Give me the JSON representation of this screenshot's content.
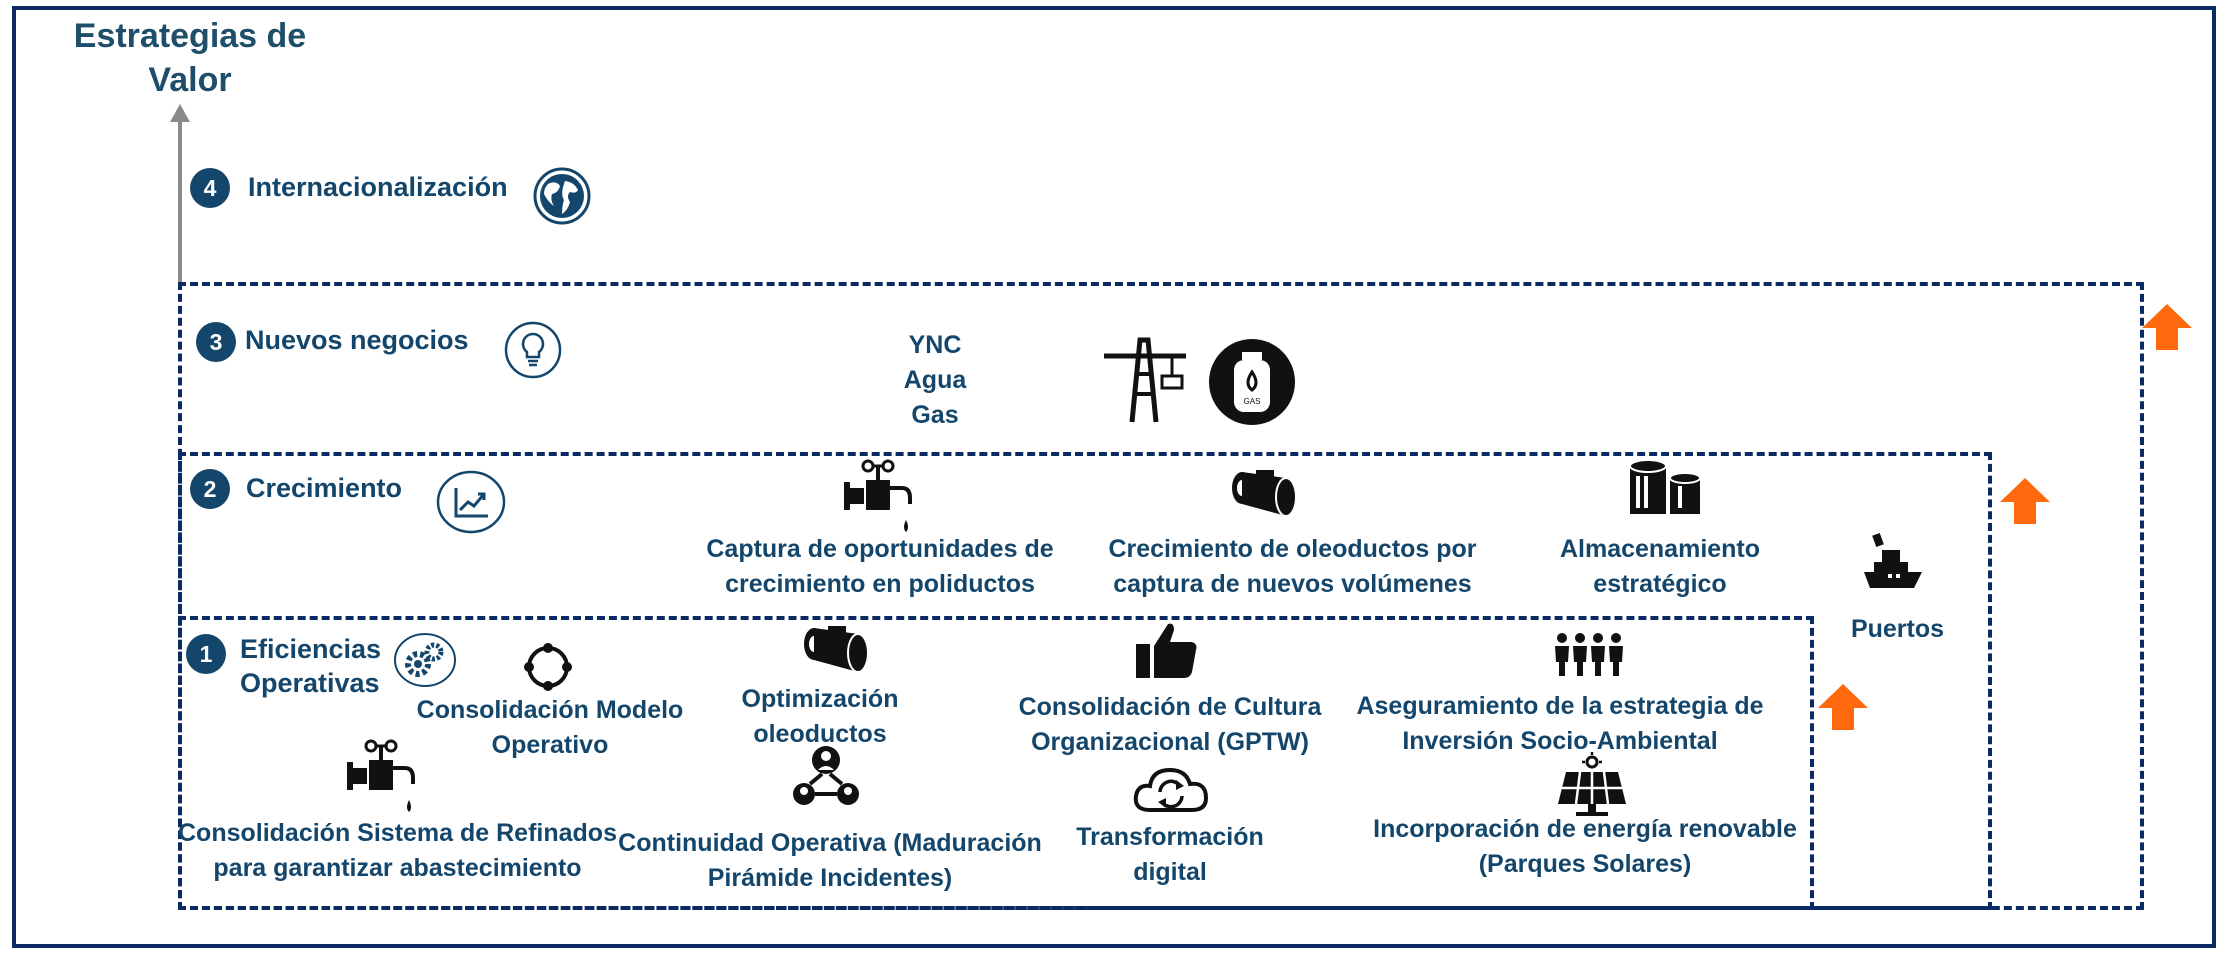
{
  "title": "Estrategias  de Valor",
  "levels": {
    "l4": {
      "number": "4",
      "label": "Internacionalización"
    },
    "l3": {
      "number": "3",
      "label": "Nuevos negocios"
    },
    "l2": {
      "number": "2",
      "label": "Crecimiento"
    },
    "l1": {
      "number": "1",
      "label": "Eficiencias Operativas"
    }
  },
  "nuevos_negocios": {
    "lines": [
      "YNC",
      "Agua",
      "Gas"
    ]
  },
  "crecimiento": {
    "poliductos": "Captura de oportunidades de crecimiento en poliductos",
    "oleoductos": "Crecimiento de oleoductos por captura de nuevos volúmenes",
    "almacenamiento": "Almacenamiento estratégico"
  },
  "puertos": "Puertos",
  "eficiencias": {
    "modelo": "Consolidación Modelo Operativo",
    "refinados": "Consolidación Sistema de Refinados para garantizar abastecimiento",
    "optimizacion": "Optimización oleoductos",
    "continuidad": "Continuidad Operativa (Maduración Pirámide Incidentes)",
    "cultura": "Consolidación de Cultura Organizacional (GPTW)",
    "transformacion": "Transformación digital",
    "socio": "Aseguramiento de la estrategia de Inversión Socio-Ambiental",
    "renovable": "Incorporación de energía renovable (Parques Solares)"
  },
  "colors": {
    "navy": "#14466b",
    "border": "#0b2a63",
    "arrow": "#ff6a0e",
    "axis": "#8a8a8a"
  },
  "icons": [
    "globe-icon",
    "lightbulb-icon",
    "chart-icon",
    "gears-icon",
    "cycle-icon",
    "valve-icon",
    "pipe-icon",
    "tank-icon",
    "ship-icon",
    "thumbs-up-icon",
    "people-icon",
    "team-icon",
    "cloud-sync-icon",
    "solar-panel-icon",
    "oil-rig-icon",
    "gas-cylinder-icon",
    "up-arrow-icon"
  ]
}
